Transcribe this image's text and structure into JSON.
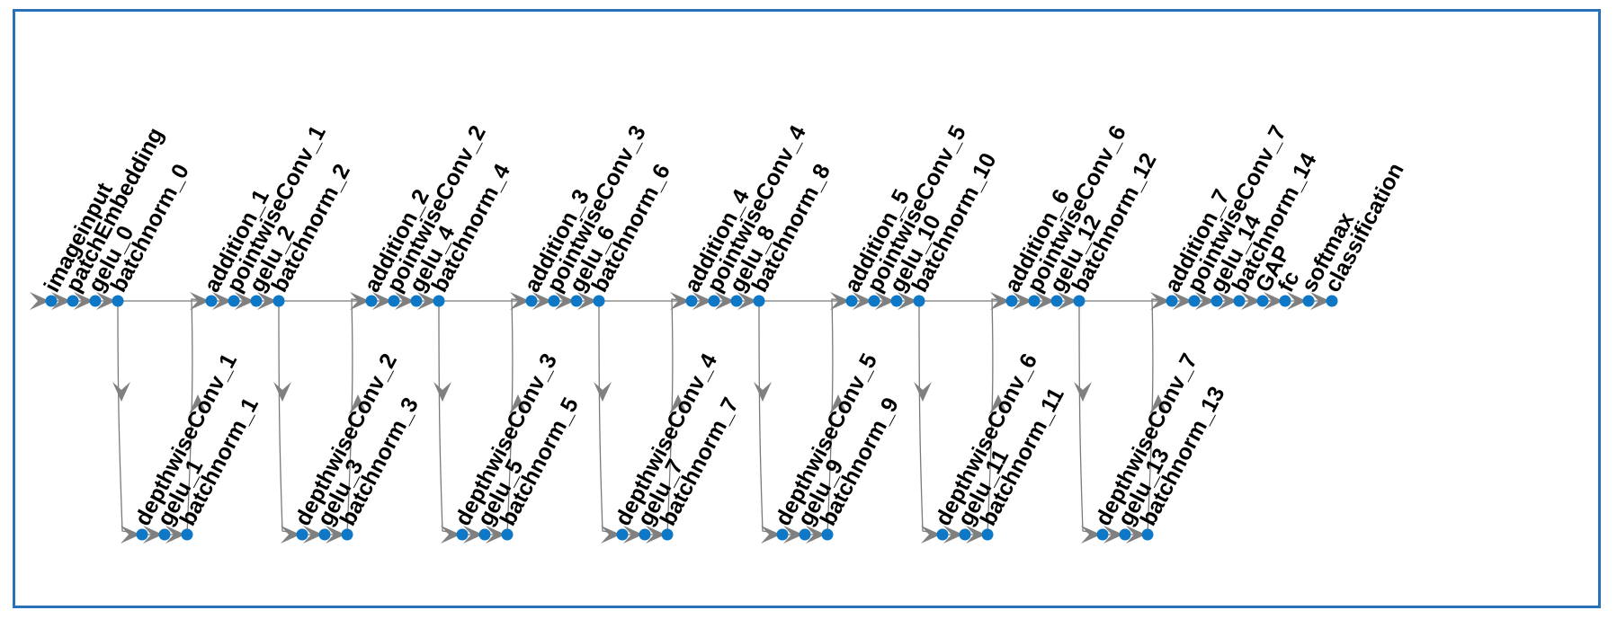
{
  "colors": {
    "border": "#2a72b8",
    "node": "#0e77c6",
    "edge": "#7a7a7a",
    "arrowhead": "#808080",
    "label": "#000000"
  },
  "graph": {
    "top_row": [
      {
        "id": "imageinput",
        "label": "imageinput"
      },
      {
        "id": "patchEmbedding",
        "label": "patchEmbedding"
      },
      {
        "id": "gelu_0",
        "label": "gelu_0"
      },
      {
        "id": "batchnorm_0",
        "label": "batchnorm_0"
      },
      {
        "id": "addition_1",
        "label": "addition_1"
      },
      {
        "id": "pointwiseConv_1",
        "label": "pointwiseConv_1"
      },
      {
        "id": "gelu_2",
        "label": "gelu_2"
      },
      {
        "id": "batchnorm_2",
        "label": "batchnorm_2"
      },
      {
        "id": "addition_2",
        "label": "addition_2"
      },
      {
        "id": "pointwiseConv_2",
        "label": "pointwiseConv_2"
      },
      {
        "id": "gelu_4",
        "label": "gelu_4"
      },
      {
        "id": "batchnorm_4",
        "label": "batchnorm_4"
      },
      {
        "id": "addition_3",
        "label": "addition_3"
      },
      {
        "id": "pointwiseConv_3",
        "label": "pointwiseConv_3"
      },
      {
        "id": "gelu_6",
        "label": "gelu_6"
      },
      {
        "id": "batchnorm_6",
        "label": "batchnorm_6"
      },
      {
        "id": "addition_4",
        "label": "addition_4"
      },
      {
        "id": "pointwiseConv_4",
        "label": "pointwiseConv_4"
      },
      {
        "id": "gelu_8",
        "label": "gelu_8"
      },
      {
        "id": "batchnorm_8",
        "label": "batchnorm_8"
      },
      {
        "id": "addition_5",
        "label": "addition_5"
      },
      {
        "id": "pointwiseConv_5",
        "label": "pointwiseConv_5"
      },
      {
        "id": "gelu_10",
        "label": "gelu_10"
      },
      {
        "id": "batchnorm_10",
        "label": "batchnorm_10"
      },
      {
        "id": "addition_6",
        "label": "addition_6"
      },
      {
        "id": "pointwiseConv_6",
        "label": "pointwiseConv_6"
      },
      {
        "id": "gelu_12",
        "label": "gelu_12"
      },
      {
        "id": "batchnorm_12",
        "label": "batchnorm_12"
      },
      {
        "id": "addition_7",
        "label": "addition_7"
      },
      {
        "id": "pointwiseConv_7",
        "label": "pointwiseConv_7"
      },
      {
        "id": "gelu_14",
        "label": "gelu_14"
      },
      {
        "id": "batchnorm_14",
        "label": "batchnorm_14"
      },
      {
        "id": "GAP",
        "label": "GAP"
      },
      {
        "id": "fc",
        "label": "fc"
      },
      {
        "id": "softmax",
        "label": "softmax"
      },
      {
        "id": "classification",
        "label": "classification"
      }
    ],
    "bottom_row": [
      {
        "id": "depthwiseConv_1",
        "label": "depthwiseConv_1"
      },
      {
        "id": "gelu_1",
        "label": "gelu_1"
      },
      {
        "id": "batchnorm_1",
        "label": "batchnorm_1"
      },
      {
        "id": "depthwiseConv_2",
        "label": "depthwiseConv_2"
      },
      {
        "id": "gelu_3",
        "label": "gelu_3"
      },
      {
        "id": "batchnorm_3",
        "label": "batchnorm_3"
      },
      {
        "id": "depthwiseConv_3",
        "label": "depthwiseConv_3"
      },
      {
        "id": "gelu_5",
        "label": "gelu_5"
      },
      {
        "id": "batchnorm_5",
        "label": "batchnorm_5"
      },
      {
        "id": "depthwiseConv_4",
        "label": "depthwiseConv_4"
      },
      {
        "id": "gelu_7",
        "label": "gelu_7"
      },
      {
        "id": "batchnorm_7",
        "label": "batchnorm_7"
      },
      {
        "id": "depthwiseConv_5",
        "label": "depthwiseConv_5"
      },
      {
        "id": "gelu_9",
        "label": "gelu_9"
      },
      {
        "id": "batchnorm_9",
        "label": "batchnorm_9"
      },
      {
        "id": "depthwiseConv_6",
        "label": "depthwiseConv_6"
      },
      {
        "id": "gelu_11",
        "label": "gelu_11"
      },
      {
        "id": "batchnorm_11",
        "label": "batchnorm_11"
      },
      {
        "id": "depthwiseConv_7",
        "label": "depthwiseConv_7"
      },
      {
        "id": "gelu_13",
        "label": "gelu_13"
      },
      {
        "id": "batchnorm_13",
        "label": "batchnorm_13"
      }
    ],
    "edges": [
      [
        "imageinput",
        "patchEmbedding"
      ],
      [
        "patchEmbedding",
        "gelu_0"
      ],
      [
        "gelu_0",
        "batchnorm_0"
      ],
      [
        "batchnorm_0",
        "depthwiseConv_1"
      ],
      [
        "depthwiseConv_1",
        "gelu_1"
      ],
      [
        "gelu_1",
        "batchnorm_1"
      ],
      [
        "batchnorm_1",
        "addition_1"
      ],
      [
        "batchnorm_0",
        "addition_1"
      ],
      [
        "addition_1",
        "pointwiseConv_1"
      ],
      [
        "pointwiseConv_1",
        "gelu_2"
      ],
      [
        "gelu_2",
        "batchnorm_2"
      ],
      [
        "batchnorm_2",
        "depthwiseConv_2"
      ],
      [
        "depthwiseConv_2",
        "gelu_3"
      ],
      [
        "gelu_3",
        "batchnorm_3"
      ],
      [
        "batchnorm_3",
        "addition_2"
      ],
      [
        "batchnorm_2",
        "addition_2"
      ],
      [
        "addition_2",
        "pointwiseConv_2"
      ],
      [
        "pointwiseConv_2",
        "gelu_4"
      ],
      [
        "gelu_4",
        "batchnorm_4"
      ],
      [
        "batchnorm_4",
        "depthwiseConv_3"
      ],
      [
        "depthwiseConv_3",
        "gelu_5"
      ],
      [
        "gelu_5",
        "batchnorm_5"
      ],
      [
        "batchnorm_5",
        "addition_3"
      ],
      [
        "batchnorm_4",
        "addition_3"
      ],
      [
        "addition_3",
        "pointwiseConv_3"
      ],
      [
        "pointwiseConv_3",
        "gelu_6"
      ],
      [
        "gelu_6",
        "batchnorm_6"
      ],
      [
        "batchnorm_6",
        "depthwiseConv_4"
      ],
      [
        "depthwiseConv_4",
        "gelu_7"
      ],
      [
        "gelu_7",
        "batchnorm_7"
      ],
      [
        "batchnorm_7",
        "addition_4"
      ],
      [
        "batchnorm_6",
        "addition_4"
      ],
      [
        "addition_4",
        "pointwiseConv_4"
      ],
      [
        "pointwiseConv_4",
        "gelu_8"
      ],
      [
        "gelu_8",
        "batchnorm_8"
      ],
      [
        "batchnorm_8",
        "depthwiseConv_5"
      ],
      [
        "depthwiseConv_5",
        "gelu_9"
      ],
      [
        "gelu_9",
        "batchnorm_9"
      ],
      [
        "batchnorm_9",
        "addition_5"
      ],
      [
        "batchnorm_8",
        "addition_5"
      ],
      [
        "addition_5",
        "pointwiseConv_5"
      ],
      [
        "pointwiseConv_5",
        "gelu_10"
      ],
      [
        "gelu_10",
        "batchnorm_10"
      ],
      [
        "batchnorm_10",
        "depthwiseConv_6"
      ],
      [
        "depthwiseConv_6",
        "gelu_11"
      ],
      [
        "gelu_11",
        "batchnorm_11"
      ],
      [
        "batchnorm_11",
        "addition_6"
      ],
      [
        "batchnorm_10",
        "addition_6"
      ],
      [
        "addition_6",
        "pointwiseConv_6"
      ],
      [
        "pointwiseConv_6",
        "gelu_12"
      ],
      [
        "gelu_12",
        "batchnorm_12"
      ],
      [
        "batchnorm_12",
        "depthwiseConv_7"
      ],
      [
        "depthwiseConv_7",
        "gelu_13"
      ],
      [
        "gelu_13",
        "batchnorm_13"
      ],
      [
        "batchnorm_13",
        "addition_7"
      ],
      [
        "batchnorm_12",
        "addition_7"
      ],
      [
        "addition_7",
        "pointwiseConv_7"
      ],
      [
        "pointwiseConv_7",
        "gelu_14"
      ],
      [
        "gelu_14",
        "batchnorm_14"
      ],
      [
        "batchnorm_14",
        "GAP"
      ],
      [
        "GAP",
        "fc"
      ],
      [
        "fc",
        "softmax"
      ],
      [
        "softmax",
        "classification"
      ]
    ]
  }
}
